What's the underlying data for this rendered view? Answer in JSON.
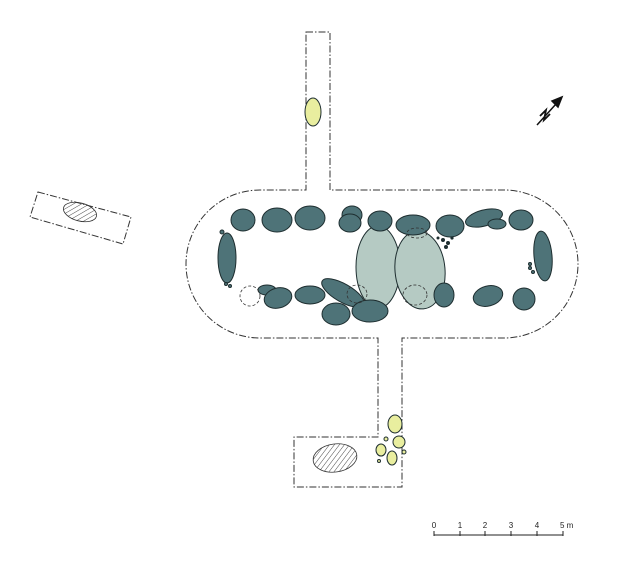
{
  "colors": {
    "stone": "#4e7378",
    "capstone": "#b5cac3",
    "yellow_stone": "#e9ee9f",
    "outline": "#333333"
  },
  "scale_bar": {
    "ticks": [
      "0",
      "1",
      "2",
      "3",
      "4",
      "5 m"
    ]
  },
  "north_arrow": {
    "label": "N"
  }
}
